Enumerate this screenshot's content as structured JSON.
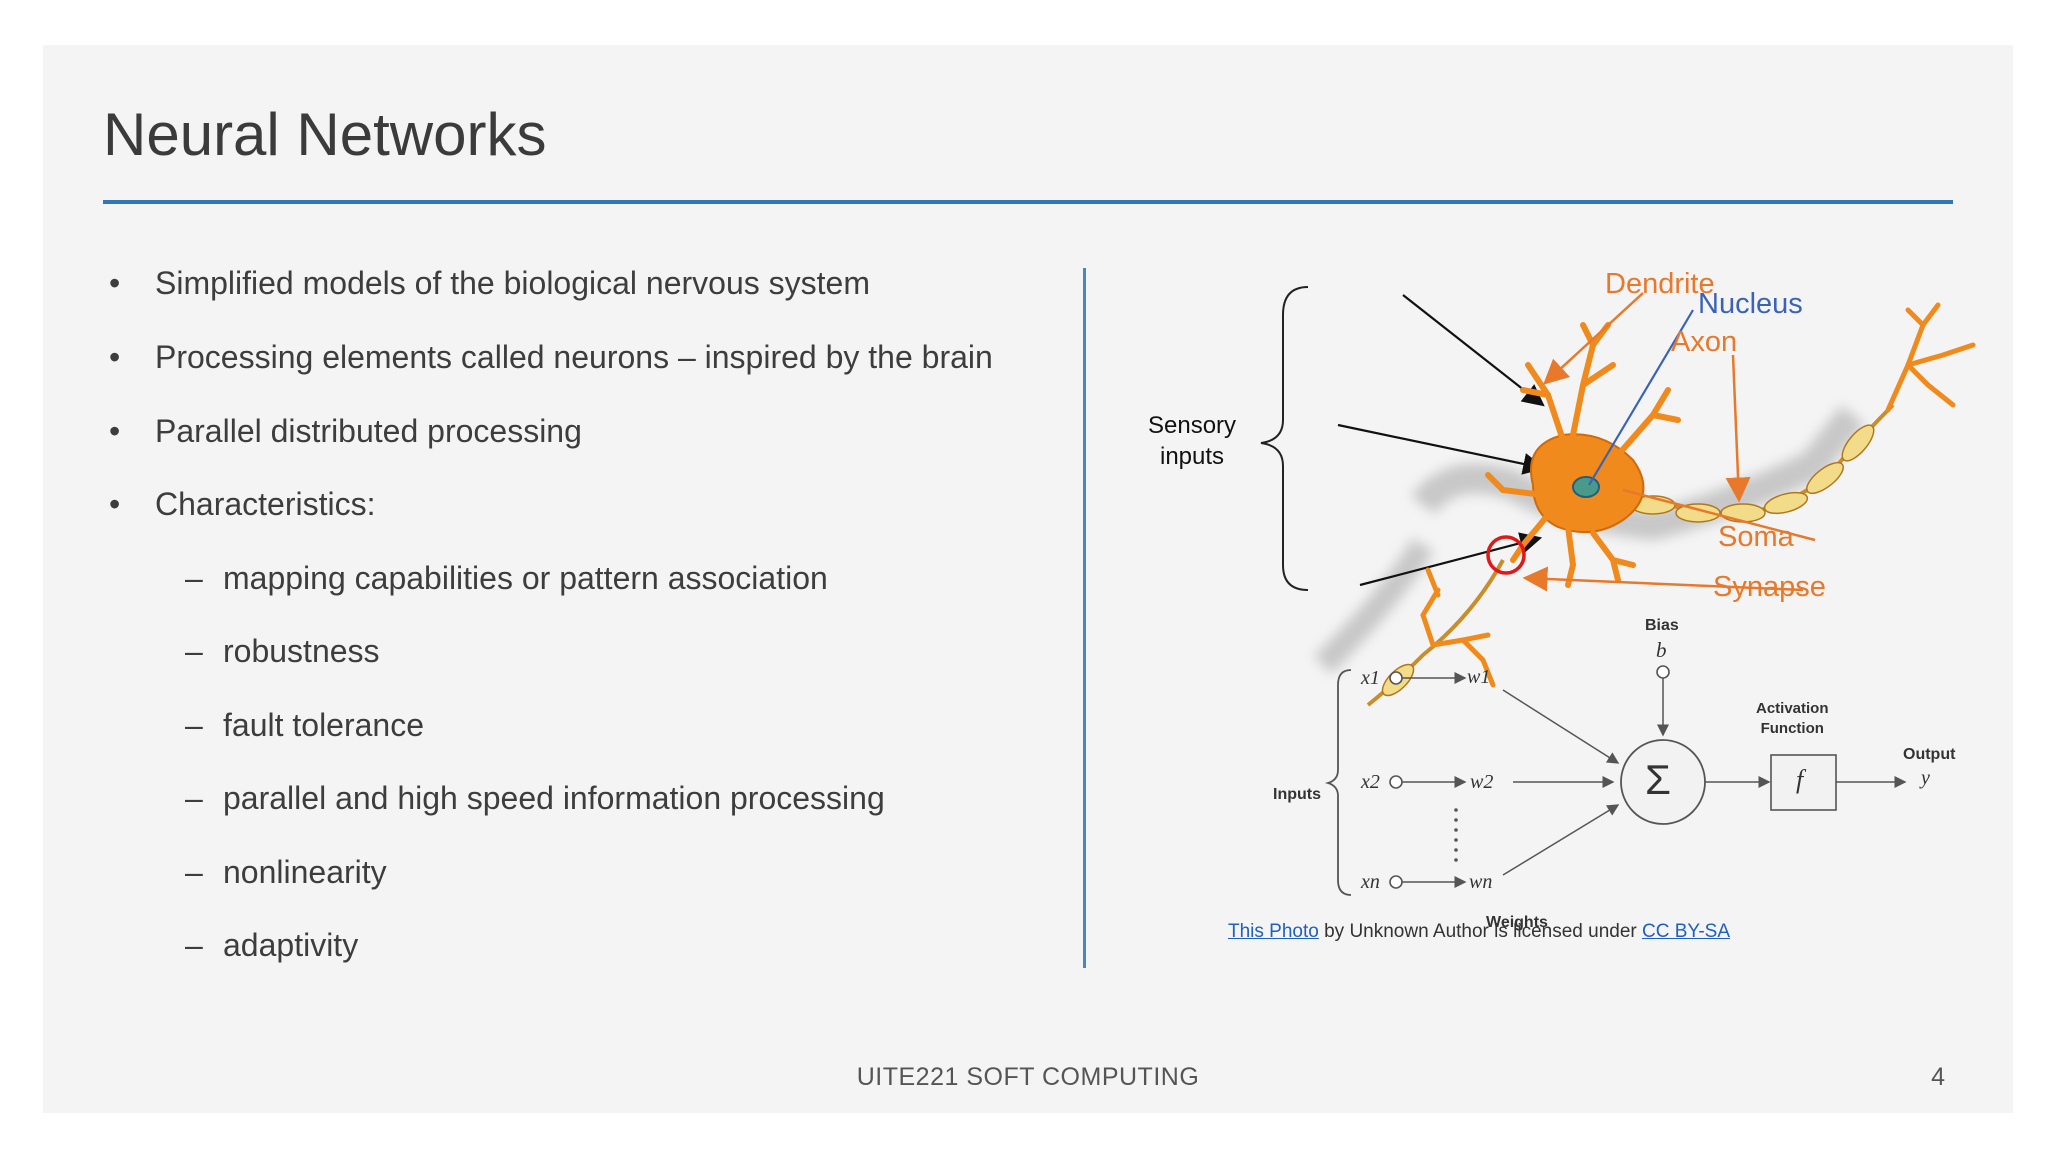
{
  "slide": {
    "title": "Neural Networks",
    "bullets": [
      "Simplified models of the biological nervous system",
      "Processing elements called neurons – inspired by the brain",
      "Parallel distributed processing",
      "Characteristics:"
    ],
    "sub_bullets": [
      "mapping capabilities or pattern association",
      "robustness",
      "fault tolerance",
      "parallel and high speed information processing",
      "nonlinearity",
      "adaptivity"
    ],
    "bullet_mark": "•",
    "sub_bullet_mark": "–",
    "footer_text": "UITE221 SOFT COMPUTING",
    "page_number": "4"
  },
  "figure": {
    "neuron_labels": {
      "sensory_inputs": "Sensory\ninputs",
      "dendrite": "Dendrite",
      "nucleus": "Nucleus",
      "axon": "Axon",
      "soma": "Soma",
      "synapse": "Synapse"
    },
    "perceptron_labels": {
      "bias": "Bias",
      "bias_symbol": "b",
      "inputs": "Inputs",
      "x1": "x1",
      "x2": "x2",
      "xn": "xn",
      "w1": "w1",
      "w2": "w2",
      "wn": "wn",
      "weights": "Weights",
      "sum_symbol": "Σ",
      "activation": "Activation\nFunction",
      "f_symbol": "f",
      "output": "Output",
      "y_symbol": "y"
    },
    "colors": {
      "orange_label": "#e8782a",
      "blue_label": "#3a63b8",
      "neuron_fill": "#f08a1c",
      "axon_segment": "#f2dc8a"
    }
  },
  "credit": {
    "link1": "This Photo",
    "middle": " by Unknown Author is licensed under ",
    "link2": "CC BY-SA"
  }
}
